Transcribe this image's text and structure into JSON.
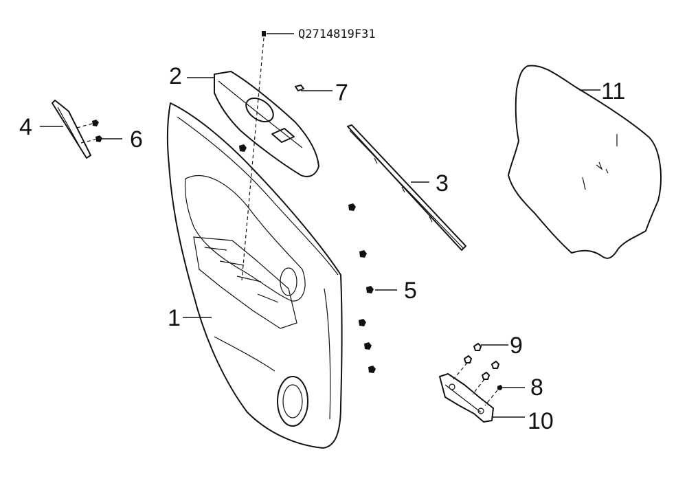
{
  "diagram": {
    "part_code": "Q2714819F31",
    "labels": {
      "p1": "1",
      "p2": "2",
      "p3": "3",
      "p4": "4",
      "p5": "5",
      "p6": "6",
      "p7": "7",
      "p8": "8",
      "p9": "9",
      "p10": "10",
      "p11": "11"
    }
  }
}
